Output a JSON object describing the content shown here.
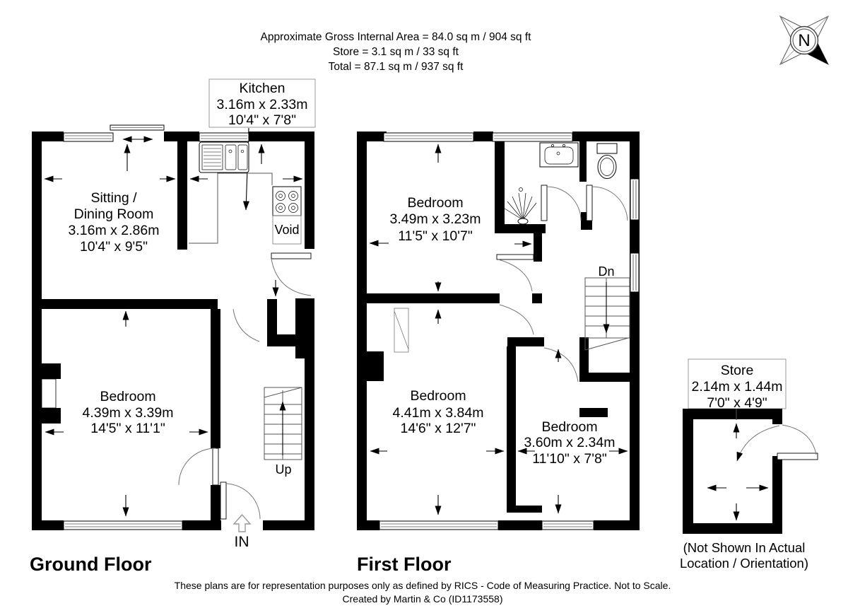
{
  "colors": {
    "wall": "#000000",
    "background": "#ffffff",
    "label_box_border": "#999999"
  },
  "header": {
    "line1": "Approximate Gross Internal Area = 84.0 sq m / 904 sq ft",
    "line2": "Store = 3.1 sq m / 33 sq ft",
    "line3": "Total = 87.1 sq m / 937 sq ft"
  },
  "compass": {
    "label": "N"
  },
  "kitchen_label": {
    "name": "Kitchen",
    "metric": "3.16m x 2.33m",
    "imperial": "10'4\" x 7'8\""
  },
  "ground_floor": {
    "title": "Ground Floor",
    "sitting": {
      "line1": "Sitting /",
      "line2": "Dining Room",
      "metric": "3.16m x 2.86m",
      "imperial": "10'4\" x 9'5\""
    },
    "bedroom": {
      "name": "Bedroom",
      "metric": "4.39m x 3.39m",
      "imperial": "14'5\" x 11'1\""
    },
    "void_label": "Void",
    "up_label": "Up",
    "in_label": "IN"
  },
  "first_floor": {
    "title": "First Floor",
    "bedroom1": {
      "name": "Bedroom",
      "metric": "3.49m x 3.23m",
      "imperial": "11'5\" x 10'7\""
    },
    "bedroom2": {
      "name": "Bedroom",
      "metric": "4.41m x 3.84m",
      "imperial": "14'6\" x 12'7\""
    },
    "bedroom3": {
      "name": "Bedroom",
      "metric": "3.60m x 2.34m",
      "imperial": "11'10\" x 7'8\""
    },
    "dn_label": "Dn"
  },
  "store": {
    "name": "Store",
    "metric": "2.14m x 1.44m",
    "imperial": "7'0\" x 4'9\"",
    "note_line1": "(Not Shown In Actual",
    "note_line2": "Location / Orientation)"
  },
  "footer": {
    "line1": "These plans are for representation purposes only as defined by RICS - Code of Measuring Practice. Not to Scale.",
    "line2": "Created by Martin & Co (ID1173558)"
  }
}
